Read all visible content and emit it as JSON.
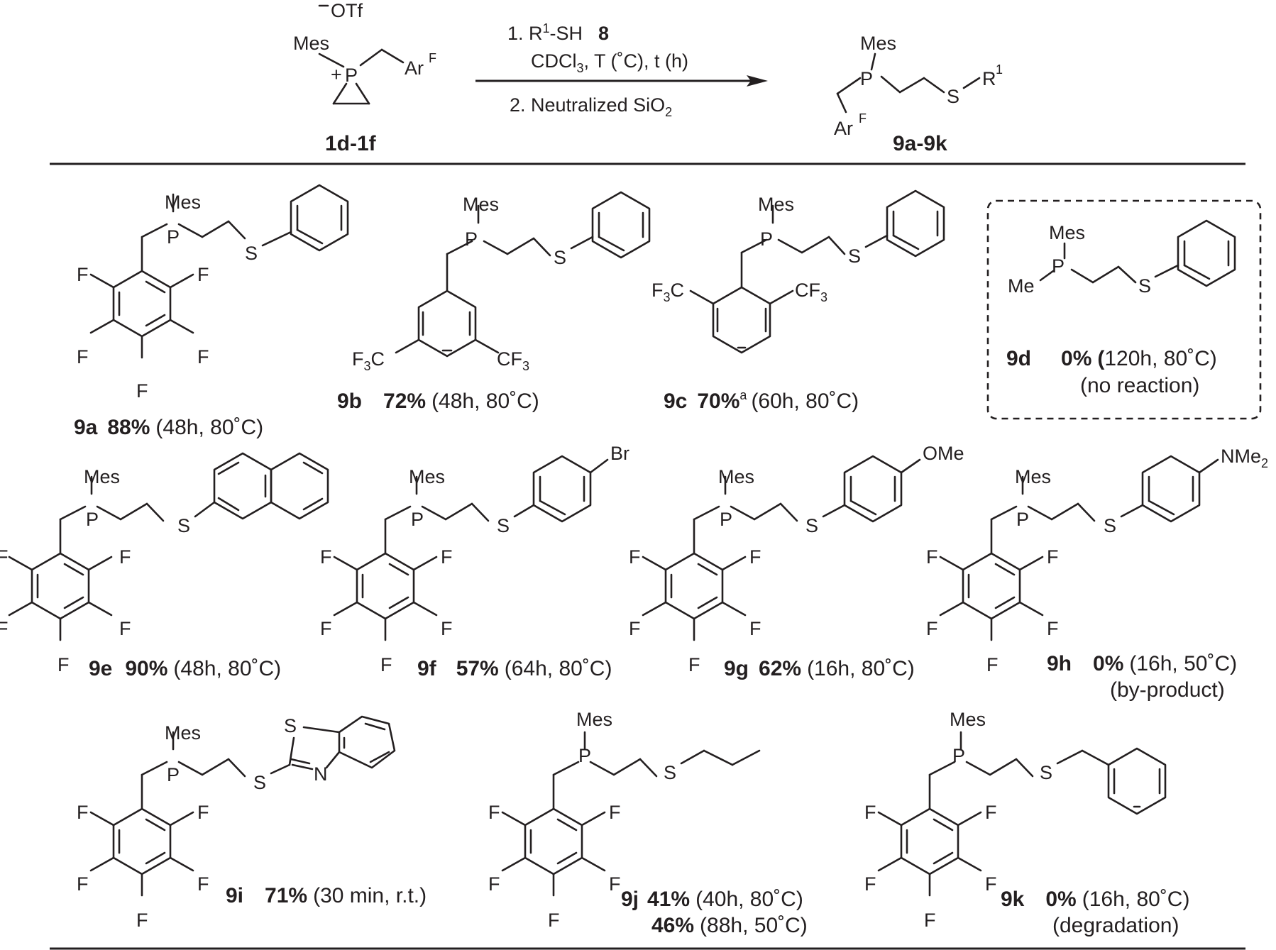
{
  "scheme": {
    "reactant": {
      "id": "1d-1f",
      "counterion": "OTf",
      "charge": "+",
      "substituents": [
        "Mes",
        "Ar",
        "F"
      ]
    },
    "conditions": {
      "step1_prefix": "1. R",
      "step1_sup": "1",
      "step1_suffix": "-SH",
      "reagent_id": "8",
      "solvent_prefix": "CDCl",
      "solvent_sub": "3",
      "solvent_suffix": ", T (˚C), t (h)",
      "step2_prefix": "2. Neutralized SiO",
      "step2_sub": "2"
    },
    "product": {
      "id": "9a-9k",
      "substituents": [
        "Mes",
        "Ar",
        "F",
        "R",
        "1"
      ]
    }
  },
  "atoms": {
    "P": "P",
    "S": "S",
    "F": "F",
    "N": "N",
    "Mes": "Mes",
    "Me": "Me",
    "Br": "Br",
    "OMe": "OMe",
    "NMe": "NMe",
    "two": "2",
    "F3C_a": "F",
    "F3C_b": "3",
    "F3C_c": "C",
    "CF3_a": "CF",
    "CF3_b": "3"
  },
  "entries": [
    {
      "id": "9a",
      "yield": "88%",
      "conditions": "(48h, 80˚C)"
    },
    {
      "id": "9b",
      "yield": "72%",
      "conditions": "(48h, 80˚C)"
    },
    {
      "id": "9c",
      "yield": "70%",
      "footnote": "a",
      "conditions": "(60h, 80˚C)"
    },
    {
      "id": "9d",
      "yield": "0%",
      "yield_paren": "(",
      "conditions": "120h, 80˚C)",
      "note": "(no reaction)"
    },
    {
      "id": "9e",
      "yield": "90%",
      "conditions": "(48h, 80˚C)"
    },
    {
      "id": "9f",
      "yield": "57%",
      "conditions": "(64h, 80˚C)"
    },
    {
      "id": "9g",
      "yield": "62%",
      "conditions": "(16h, 80˚C)"
    },
    {
      "id": "9h",
      "yield": "0%",
      "conditions": "(16h, 50˚C)",
      "note": "(by-product)"
    },
    {
      "id": "9i",
      "yield": "71%",
      "conditions": "(30 min, r.t.)"
    },
    {
      "id": "9j",
      "yield": "41%",
      "conditions": "(40h, 80˚C)",
      "yield2": "46%",
      "conditions2": "(88h, 50˚C)"
    },
    {
      "id": "9k",
      "yield": "0%",
      "conditions": "(16h, 80˚C)",
      "note": "(degradation)"
    }
  ]
}
